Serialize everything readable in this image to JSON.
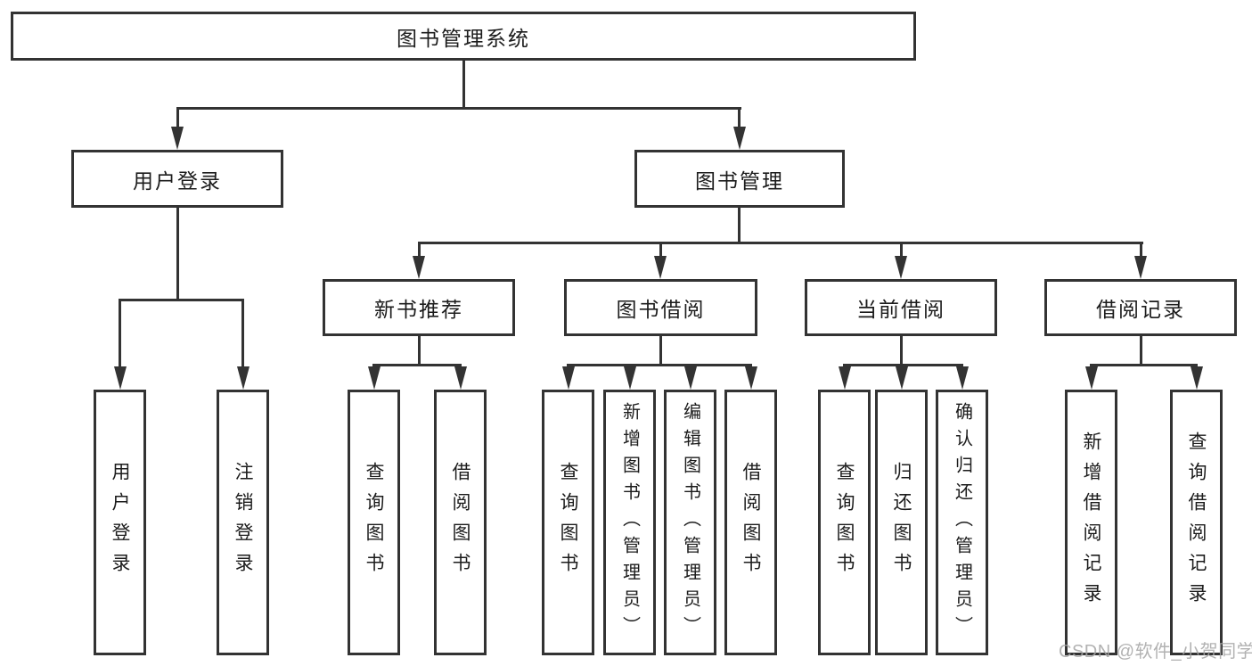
{
  "tree": {
    "root": {
      "label": "图书管理系统"
    },
    "branches": [
      {
        "label": "用户登录",
        "children": [
          {
            "label": "用户登录"
          },
          {
            "label": "注销登录"
          }
        ]
      },
      {
        "label": "图书管理",
        "children": [
          {
            "label": "新书推荐",
            "children": [
              {
                "label": "查询图书"
              },
              {
                "label": "借阅图书"
              }
            ]
          },
          {
            "label": "图书借阅",
            "children": [
              {
                "label": "查询图书"
              },
              {
                "label": "新增图书（管理员）"
              },
              {
                "label": "编辑图书（管理员）"
              },
              {
                "label": "借阅图书"
              }
            ]
          },
          {
            "label": "当前借阅",
            "children": [
              {
                "label": "查询图书"
              },
              {
                "label": "归还图书"
              },
              {
                "label": "确认归还（管理员）"
              }
            ]
          },
          {
            "label": "借阅记录",
            "children": [
              {
                "label": "新增借阅记录"
              },
              {
                "label": "查询借阅记录"
              }
            ]
          }
        ]
      }
    ]
  },
  "watermark": {
    "text": "CSDN @软件_小贺同学"
  },
  "colors": {
    "line": "#333333",
    "box_border": "#333333",
    "text": "#1c1c1c",
    "background": "#ffffff",
    "watermark": "#a5a5a5"
  }
}
